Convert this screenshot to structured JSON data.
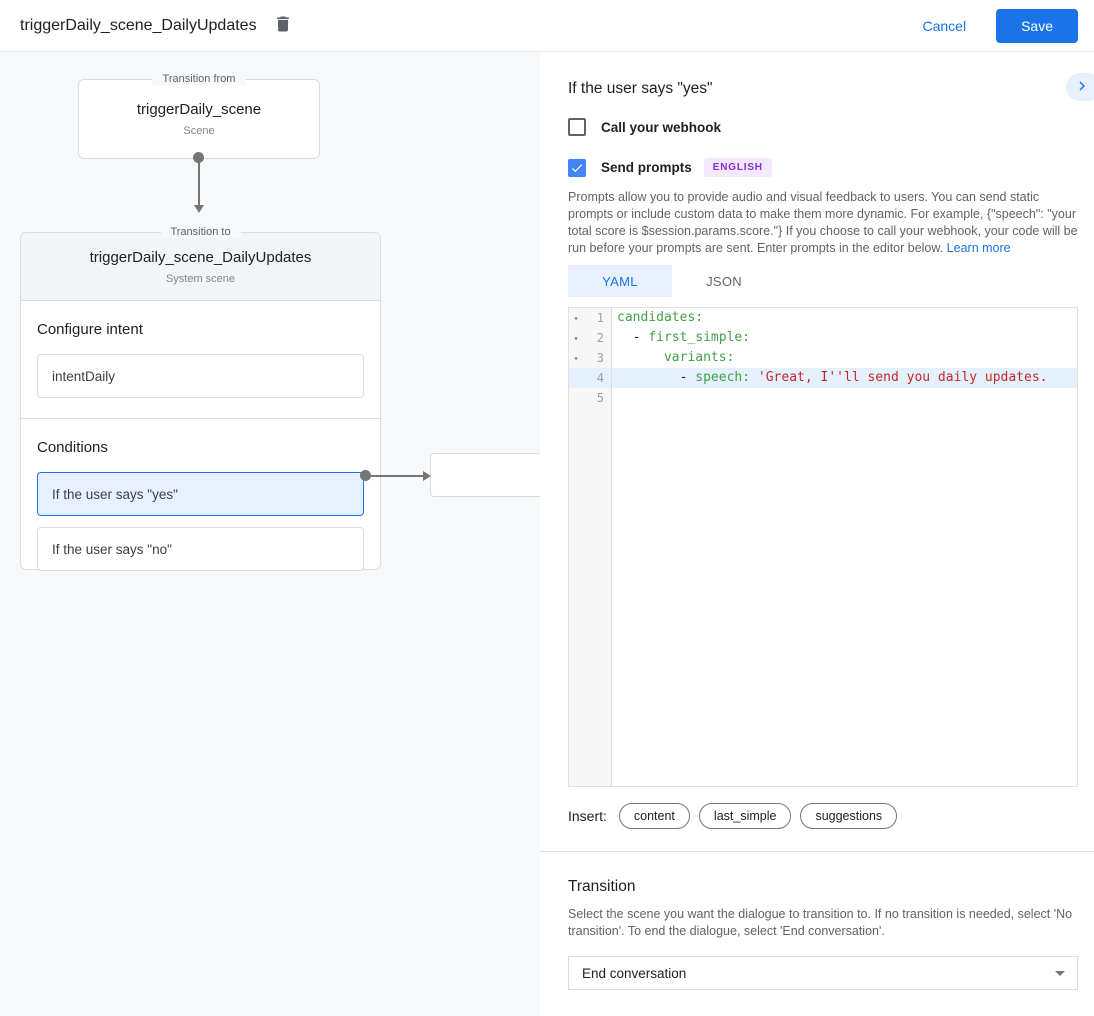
{
  "topbar": {
    "title": "triggerDaily_scene_DailyUpdates",
    "cancel_label": "Cancel",
    "save_label": "Save"
  },
  "diagram": {
    "from_node": {
      "legend": "Transition from",
      "title": "triggerDaily_scene",
      "subtitle": "Scene"
    },
    "to_node": {
      "legend": "Transition to",
      "title": "triggerDaily_scene_DailyUpdates",
      "subtitle": "System scene",
      "configure_intent_label": "Configure intent",
      "intent_value": "intentDaily",
      "conditions_label": "Conditions",
      "conditions": [
        {
          "label": "If the user says \"yes\"",
          "selected": true
        },
        {
          "label": "If the user says \"no\"",
          "selected": false
        }
      ]
    }
  },
  "panel": {
    "title": "If the user says \"yes\"",
    "webhook": {
      "label": "Call your webhook",
      "checked": false
    },
    "send_prompts": {
      "label": "Send prompts",
      "checked": true,
      "language_badge": "ENGLISH"
    },
    "description": "Prompts allow you to provide audio and visual feedback to users. You can send static prompts or include custom data to make them more dynamic. For example, {\"speech\": \"your total score is $session.params.score.\"} If you choose to call your webhook, your code will be run before your prompts are sent. Enter prompts in the editor below. ",
    "learn_more_label": "Learn more",
    "tabs": [
      {
        "label": "YAML",
        "active": true
      },
      {
        "label": "JSON",
        "active": false
      }
    ],
    "editor_lines": [
      {
        "num": "1",
        "fold": "▾",
        "highlight": false,
        "parts": [
          {
            "t": "candidates:",
            "c": "key"
          }
        ]
      },
      {
        "num": "2",
        "fold": "▾",
        "highlight": false,
        "parts": [
          {
            "t": "  - ",
            "c": "plain"
          },
          {
            "t": "first_simple:",
            "c": "key"
          }
        ]
      },
      {
        "num": "3",
        "fold": "▾",
        "highlight": false,
        "parts": [
          {
            "t": "      ",
            "c": "plain"
          },
          {
            "t": "variants:",
            "c": "key"
          }
        ]
      },
      {
        "num": "4",
        "fold": "",
        "highlight": true,
        "parts": [
          {
            "t": "        - ",
            "c": "plain"
          },
          {
            "t": "speech: ",
            "c": "key"
          },
          {
            "t": "'Great, I''ll send you daily updates.",
            "c": "string"
          }
        ]
      },
      {
        "num": "5",
        "fold": "",
        "highlight": false,
        "parts": []
      }
    ],
    "insert_label": "Insert:",
    "insert_chips": [
      "content",
      "last_simple",
      "suggestions"
    ],
    "transition": {
      "title": "Transition",
      "description": "Select the scene you want the dialogue to transition to. If no transition is needed, select 'No transition'. To end the dialogue, select 'End conversation'.",
      "selected_value": "End conversation"
    }
  },
  "colors": {
    "accent_blue": "#1a73e8",
    "checkbox_blue": "#4285f4",
    "selection_blue_bg": "#e8f0fe",
    "badge_purple_text": "#8430ce",
    "badge_purple_bg": "#f3e8fd",
    "code_key_green": "#43a047",
    "code_string_red": "#c62828",
    "active_line_blue": "#e4f0fb",
    "canvas_bg": "#f6f8fa"
  }
}
